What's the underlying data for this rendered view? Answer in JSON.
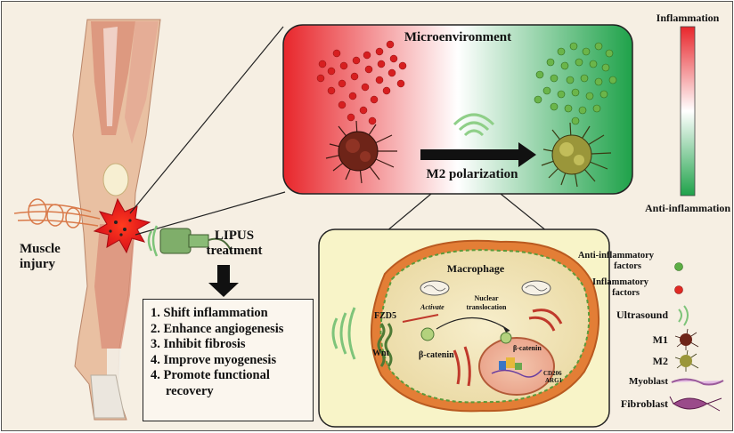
{
  "left": {
    "injury_label_line1": "Muscle",
    "injury_label_line2": "injury",
    "lipus_line1": "LIPUS",
    "lipus_line2": "treatment"
  },
  "treatment_effects": [
    "1. Shift inflammation",
    "2. Enhance angiogenesis",
    "3. Inhibit fibrosis",
    "4. Improve myogenesis",
    "4. Promote functional",
    "recovery"
  ],
  "microenvironment": {
    "title": "Microenvironment",
    "arrow_label": "M2 polarization"
  },
  "gradient_scale": {
    "top_label": "Inflammation",
    "bottom_label": "Anti-inflammation",
    "colors": [
      "#e8262b",
      "#ffffff",
      "#1fa24a"
    ]
  },
  "macrophage_panel": {
    "title": "Macrophage",
    "receptor": "FZD5",
    "ligand": "Wnt",
    "activate": "Activate",
    "nuclear_line1": "Nuclear",
    "nuclear_line2": "translocation",
    "beta_catenin_cytoplasm": "β-catenin",
    "beta_catenin_nucleus": "β-catenin",
    "marker1": "CD206",
    "marker2": "ARG1"
  },
  "legend": [
    {
      "label_line1": "Anti-inflammatory",
      "label_line2": "factors",
      "icon": "green-dot-icon",
      "color": "#5cae45"
    },
    {
      "label_line1": "Inflammatory",
      "label_line2": "factors",
      "icon": "red-dot-icon",
      "color": "#e02a24"
    },
    {
      "label_line1": "Ultrasound",
      "label_line2": "",
      "icon": "ultrasound-waves-icon",
      "color": "#7ec47a"
    },
    {
      "label_line1": "M1",
      "label_line2": "",
      "icon": "m1-macrophage-icon",
      "color": "#7a2a1e"
    },
    {
      "label_line1": "M2",
      "label_line2": "",
      "icon": "m2-macrophage-icon",
      "color": "#8a8a2a"
    },
    {
      "label_line1": "Myoblast",
      "label_line2": "",
      "icon": "myoblast-icon",
      "color": "#b07ab0"
    },
    {
      "label_line1": "Fibroblast",
      "label_line2": "",
      "icon": "fibroblast-icon",
      "color": "#8a3a7a"
    }
  ]
}
